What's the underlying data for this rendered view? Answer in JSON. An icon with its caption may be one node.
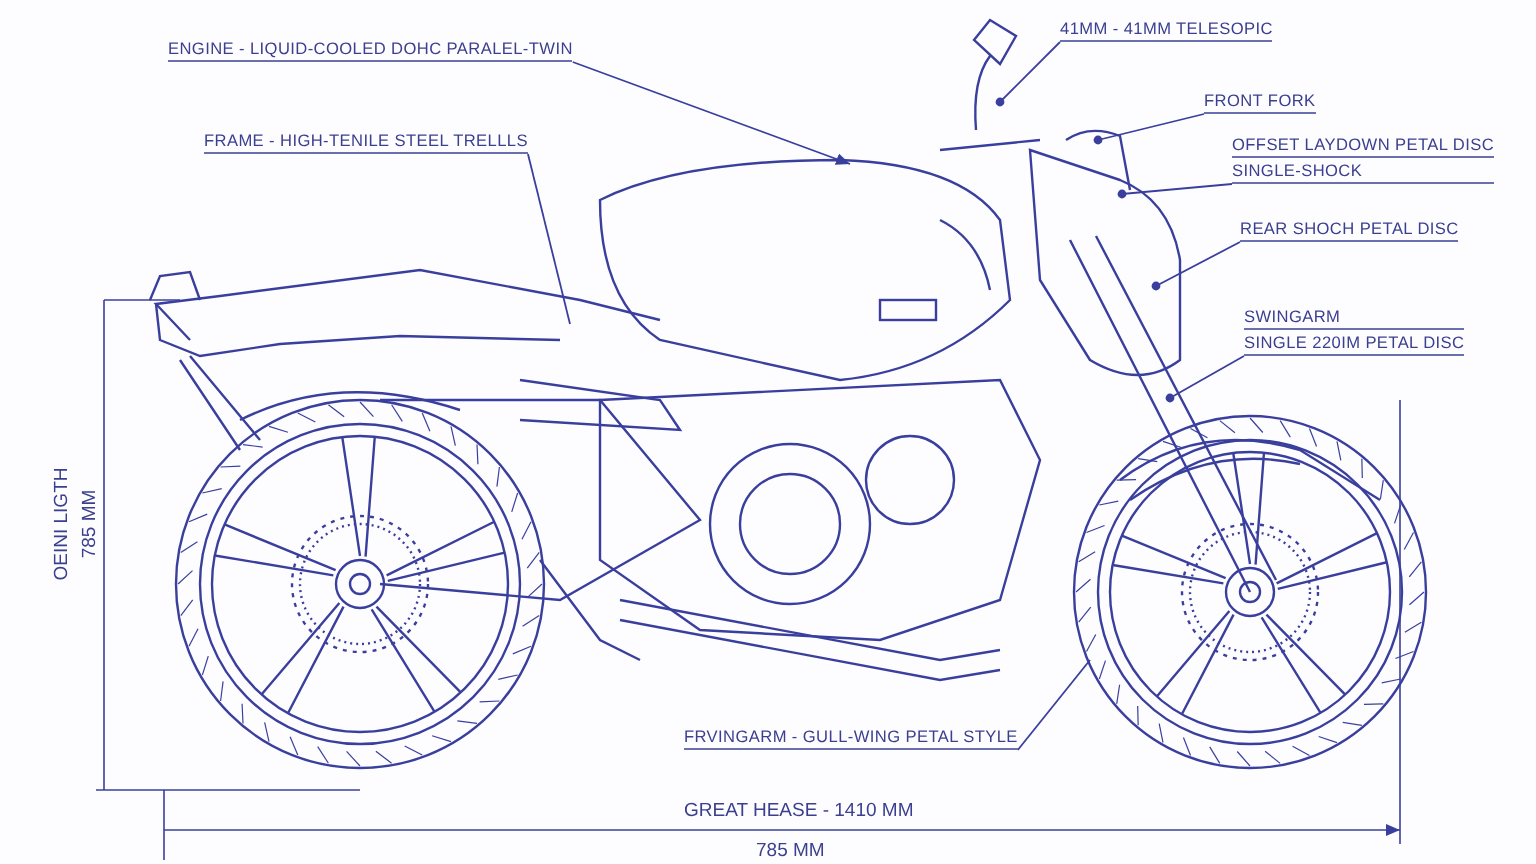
{
  "diagram": {
    "nodes": [
      {
        "text": [
          "ENGINE - LIQUID-COOLED DOHC PARALEL-TWIN"
        ]
      },
      {
        "text": [
          "FRAME - HIGH-TENILE STEEL TRELLLS"
        ]
      },
      {
        "text": [
          "41MM - 41MM TELESOPIC"
        ]
      },
      {
        "text": [
          "FRONT FORK"
        ]
      },
      {
        "text": [
          "OFFSET LAYDOWN PETAL DISC",
          "SINGLE-SHOCK"
        ]
      },
      {
        "text": [
          "REAR SHOCH PETAL DISC"
        ]
      },
      {
        "text": [
          "SWINGARM",
          "SINGLE 220IM PETAL DISC"
        ]
      },
      {
        "text": [
          "FRVINGARM - GULL-WING PETAL STYLE"
        ]
      }
    ],
    "edges": [
      {
        "from": 0,
        "to": null,
        "arrow": "to"
      },
      {
        "from": 1,
        "to": null,
        "arrow": "none"
      },
      {
        "from": 2,
        "to": null,
        "arrow": "other"
      },
      {
        "from": 3,
        "to": null,
        "arrow": "other"
      },
      {
        "from": 4,
        "to": null,
        "arrow": "other"
      },
      {
        "from": 5,
        "to": null,
        "arrow": "other"
      },
      {
        "from": 6,
        "to": null,
        "arrow": "other"
      },
      {
        "from": 7,
        "to": null,
        "arrow": "none"
      }
    ],
    "labels": [
      "OEINI LIGTH",
      "785 MM",
      "GREAT HEASE - 1410 MM",
      "785 MM"
    ]
  }
}
